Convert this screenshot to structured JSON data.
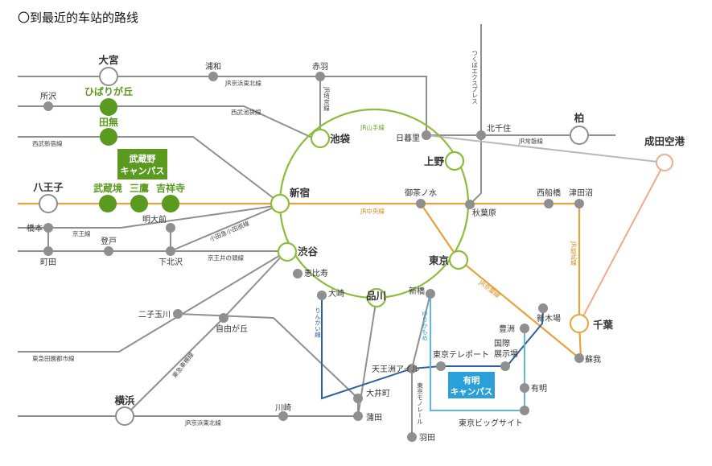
{
  "title": "〇到最近的车站的路线",
  "colors": {
    "gray_line": "#8f8f8f",
    "yamanote": "#8cbd3a",
    "chuo": "#e8a23c",
    "sobu": "#e8a23c",
    "rinkai": "#2e5f9e",
    "yurikamome": "#5fb7e4",
    "narita": "#f2a98a",
    "campus_green": "#5a9a1e",
    "campus_box_green": "#5a9a1e",
    "campus_box_blue": "#2a9fd8"
  },
  "campus": {
    "musashino": [
      "武蔵野",
      "キャンパス"
    ],
    "ariake": [
      "有明",
      "キャンパス"
    ]
  },
  "stations": {
    "omiya": "大宮",
    "urawa": "浦和",
    "akabane": "赤羽",
    "tokorozawa": "所沢",
    "hibarigaoka": "ひばりが丘",
    "tanashi": "田無",
    "ikebukuro": "池袋",
    "nippori": "日暮里",
    "kitasenju": "北千住",
    "kashiwa": "柏",
    "narita_airport": "成田空港",
    "ueno": "上野",
    "hachioji": "八王子",
    "musashisakai": "武蔵境",
    "mitaka": "三鷹",
    "kichijoji": "吉祥寺",
    "shinjuku": "新宿",
    "ochanomizu": "御茶ノ水",
    "nishifunabashi": "西船橋",
    "tsudanuma": "津田沼",
    "akihabara": "秋葉原",
    "hashimoto": "橋本",
    "meidaimae": "明大前",
    "nobuto": "登戸",
    "machida": "町田",
    "shimokitazawa": "下北沢",
    "shibuya": "渋谷",
    "tokyo": "東京",
    "ebisu": "恵比寿",
    "osaki": "大崎",
    "shinagawa": "品川",
    "shimbashi": "新橋",
    "futakotamagawa": "二子玉川",
    "jiyugaoka": "自由が丘",
    "shinkiba": "新木場",
    "toyosu": "豊洲",
    "chiba": "千葉",
    "kokusai_tenjijo": "国際\n展示場",
    "tokyo_teleport": "東京テレポート",
    "tennozu_isle": "天王洲アイル",
    "soga": "蘇我",
    "oimachi": "大井町",
    "ariake": "有明",
    "yokohama": "横浜",
    "kawasaki": "川崎",
    "kamata": "蒲田",
    "tokyo_big_sight": "東京ビッグサイト",
    "haneda": "羽田"
  },
  "lines": {
    "jr_keihin_tohoku_n": "JR京浜東北線",
    "jr_saikyo": "JR埼京線",
    "seibu_ikebukuro": "西武池袋線",
    "seibu_shinjuku": "西武新宿線",
    "yamanote": "JR山手線",
    "tsukuba_express": "つくばエクスプレス",
    "jr_joban": "JR常磐線",
    "jr_chuo": "JR中央線",
    "keio": "京王線",
    "odakyu": "小田急小田原線",
    "keio_inokashira": "京王井の頭線",
    "jr_sobu": "JR総武線",
    "jr_keiyo": "JR京葉線",
    "rinkai": "りんかい線",
    "yurikamome": "ゆりかもめ",
    "tokyu_denentoshi": "東急田園都市線",
    "tokyu_toyoko": "東急東横線",
    "tokyo_monorail": "東京モノレール",
    "jr_keihin_tohoku_s": "JR京浜東北線"
  }
}
